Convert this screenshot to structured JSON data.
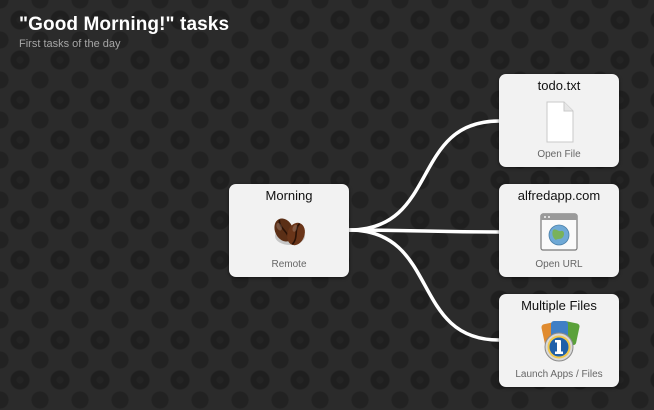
{
  "header": {
    "title": "\"Good Morning!\" tasks",
    "subtitle": "First tasks of the day"
  },
  "nodes": {
    "morning": {
      "title": "Morning",
      "subtitle": "Remote",
      "icon": "coffee-bean-icon"
    },
    "todo": {
      "title": "todo.txt",
      "subtitle": "Open File",
      "icon": "document-icon"
    },
    "alfred": {
      "title": "alfredapp.com",
      "subtitle": "Open URL",
      "icon": "browser-window-icon"
    },
    "multiple": {
      "title": "Multiple Files",
      "subtitle": "Launch Apps / Files",
      "icon": "app-stack-icon"
    }
  },
  "colors": {
    "background": "#2b2b2b",
    "card": "#f2f2f2",
    "connector": "#ffffff"
  }
}
